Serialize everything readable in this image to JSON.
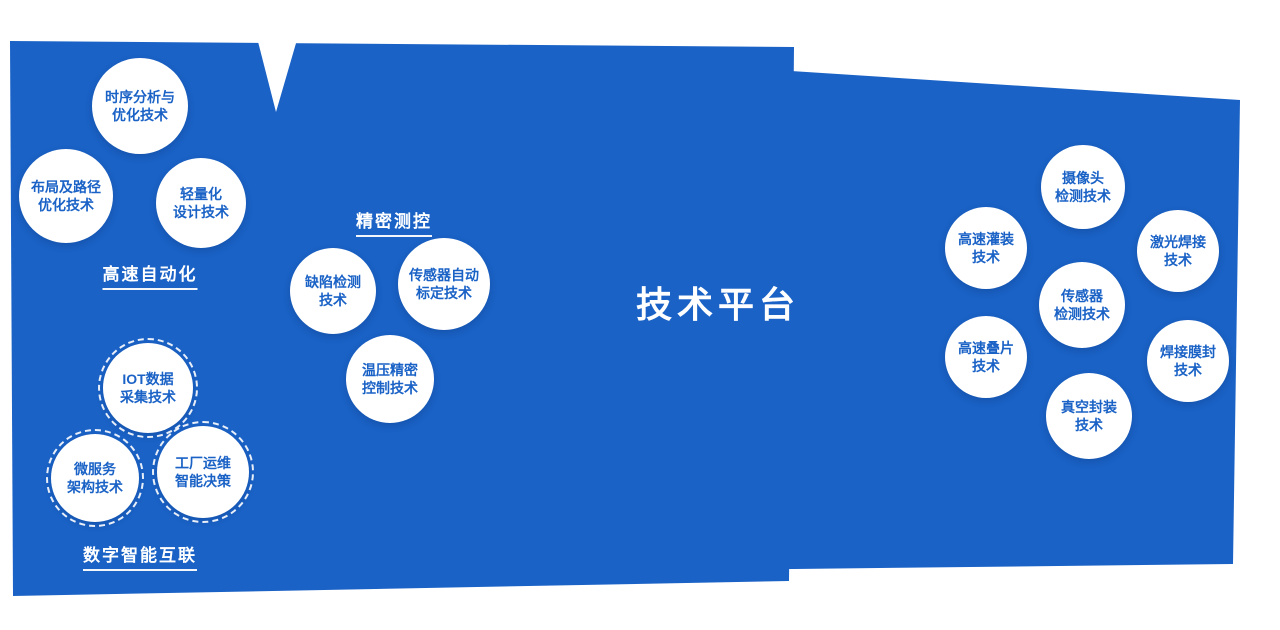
{
  "title": "技术平台",
  "groups": [
    {
      "label": "高速自动化",
      "bubbles": [
        {
          "line1": "时序分析与",
          "line2": "优化技术"
        },
        {
          "line1": "布局及路径",
          "line2": "优化技术"
        },
        {
          "line1": "轻量化",
          "line2": "设计技术"
        }
      ]
    },
    {
      "label": "数字智能互联",
      "bubbles": [
        {
          "line1": "IOT数据",
          "line2": "采集技术"
        },
        {
          "line1": "微服务",
          "line2": "架构技术"
        },
        {
          "line1": "工厂运维",
          "line2": "智能决策"
        }
      ]
    },
    {
      "label": "精密测控",
      "bubbles": [
        {
          "line1": "缺陷检测",
          "line2": "技术"
        },
        {
          "line1": "传感器自动",
          "line2": "标定技术"
        },
        {
          "line1": "温压精密",
          "line2": "控制技术"
        }
      ]
    },
    {
      "bubbles": [
        {
          "line1": "摄像头",
          "line2": "检测技术"
        },
        {
          "line1": "高速灌装",
          "line2": "技术"
        },
        {
          "line1": "激光焊接",
          "line2": "技术"
        },
        {
          "line1": "传感器",
          "line2": "检测技术"
        },
        {
          "line1": "高速叠片",
          "line2": "技术"
        },
        {
          "line1": "焊接膜封",
          "line2": "技术"
        },
        {
          "line1": "真空封装",
          "line2": "技术"
        }
      ]
    }
  ],
  "colors": {
    "background_blue": "#1A62C6",
    "bubble_fill": "#FFFFFF",
    "bubble_text": "#1A62C6",
    "label_text": "#FFFFFF"
  }
}
